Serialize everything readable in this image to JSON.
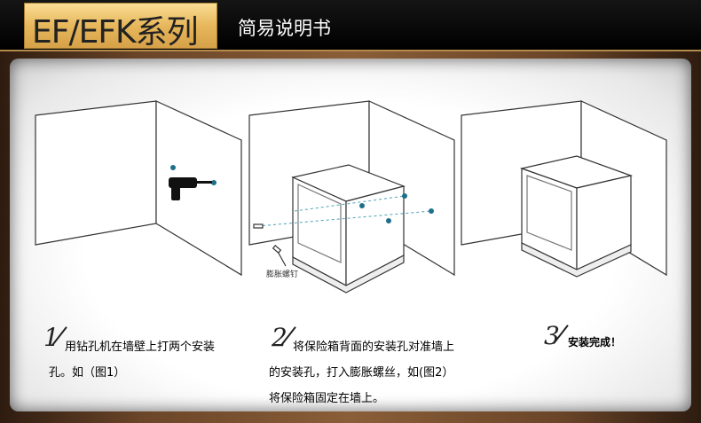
{
  "header": {
    "badge": "EF/EFK系列",
    "subtitle": "简易说明书"
  },
  "figure2": {
    "caption": "膨胀螺钉"
  },
  "steps": [
    {
      "number": "1",
      "lines": [
        "用钻孔机在墙壁上打两个安装",
        "孔。如（图1）"
      ]
    },
    {
      "number": "2",
      "lines": [
        "将保险箱背面的安装孔对准墙上",
        "的安装孔，打入膨胀螺丝，如(图2）",
        "将保险箱固定在墙上。"
      ]
    },
    {
      "number": "3",
      "lines": [
        "安装完成！"
      ]
    }
  ]
}
